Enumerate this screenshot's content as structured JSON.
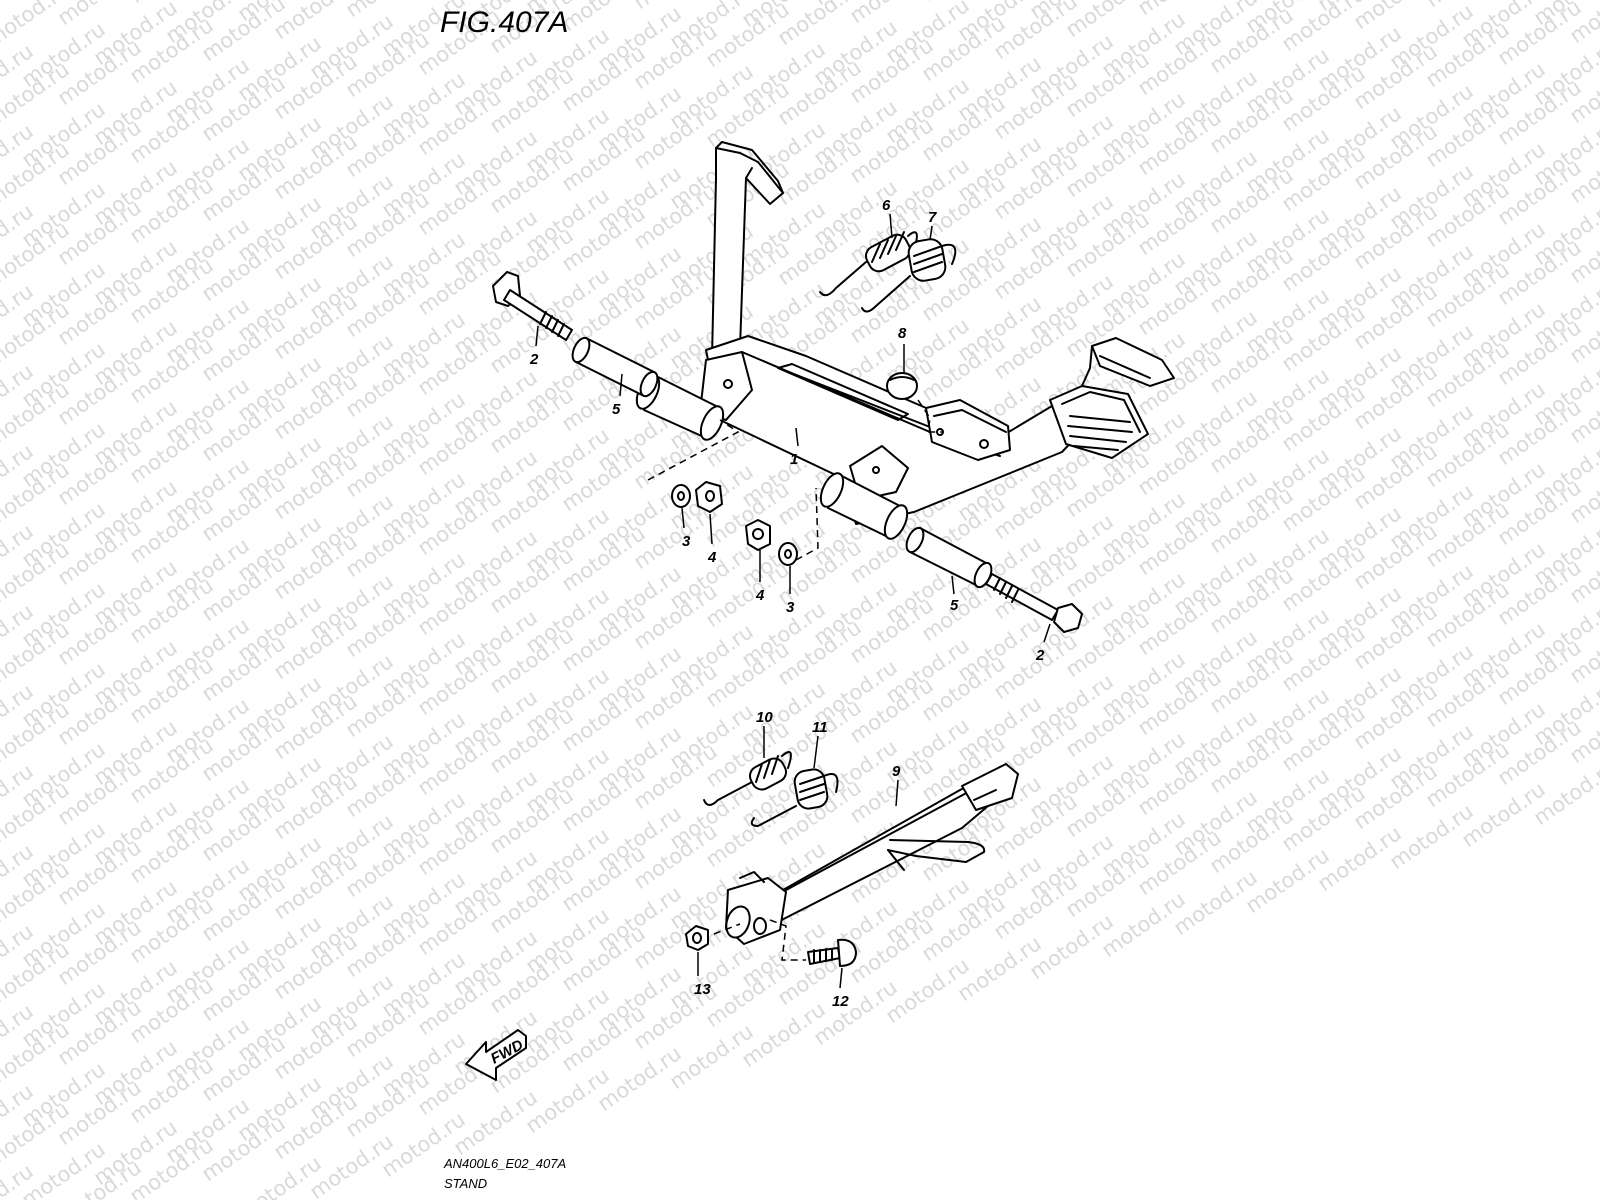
{
  "figure": {
    "title": "FIG.407A"
  },
  "watermark": {
    "text": "motod.ru"
  },
  "callouts": [
    "1",
    "2",
    "2",
    "3",
    "3",
    "4",
    "4",
    "5",
    "5",
    "6",
    "7",
    "8",
    "9",
    "10",
    "11",
    "12",
    "13"
  ],
  "direction_badge": {
    "label": "FWD"
  },
  "footer": {
    "code": "AN400L6_E02_407A",
    "caption": "STAND"
  },
  "colors": {
    "ink": "#000000",
    "watermark": "#d9d9d9",
    "background": "#ffffff"
  }
}
